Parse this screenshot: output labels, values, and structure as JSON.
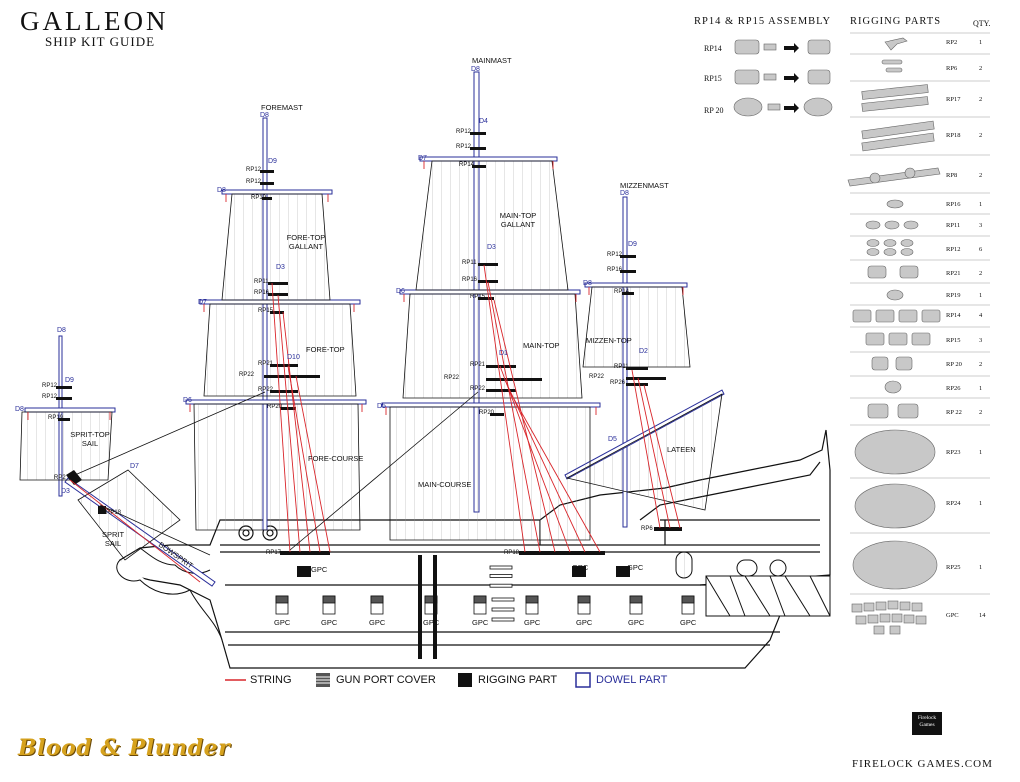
{
  "header": {
    "title": "GALLEON",
    "subtitle": "SHIP KIT GUIDE"
  },
  "assembly": {
    "title": "RP14 & RP15 ASSEMBLY",
    "items": [
      "RP14",
      "RP15",
      "RP 20"
    ]
  },
  "parts": {
    "title": "RIGGING PARTS",
    "qty_header": "QTY.",
    "rows": [
      {
        "label": "RP2",
        "qty": "1"
      },
      {
        "label": "RP6",
        "qty": "2"
      },
      {
        "label": "RP17",
        "qty": "2"
      },
      {
        "label": "RP18",
        "qty": "2"
      },
      {
        "label": "RP8",
        "qty": "2"
      },
      {
        "label": "RP16",
        "qty": "1"
      },
      {
        "label": "RP11",
        "qty": "3"
      },
      {
        "label": "RP12",
        "qty": "6"
      },
      {
        "label": "RP21",
        "qty": "2"
      },
      {
        "label": "RP19",
        "qty": "1"
      },
      {
        "label": "RP14",
        "qty": "4"
      },
      {
        "label": "RP15",
        "qty": "3"
      },
      {
        "label": "RP 20",
        "qty": "2"
      },
      {
        "label": "RP26",
        "qty": "1"
      },
      {
        "label": "RP 22",
        "qty": "2"
      },
      {
        "label": "RP23",
        "qty": "1"
      },
      {
        "label": "RP24",
        "qty": "1"
      },
      {
        "label": "RP25",
        "qty": "1"
      },
      {
        "label": "GPC",
        "qty": "14"
      }
    ]
  },
  "masts": {
    "fore": "FOREMAST",
    "main": "MAINMAST",
    "mizzen": "MIZZENMAST"
  },
  "sails": {
    "fore_top_gallant": "FORE-TOP GALLANT",
    "fore_top": "FORE-TOP",
    "fore_course": "FORE-COURSE",
    "main_top_gallant": "MAIN-TOP GALLANT",
    "main_top": "MAIN-TOP",
    "main_course": "MAIN-COURSE",
    "mizzen_top": "MIZZEN-TOP",
    "lateen": "LATEEN",
    "sprit_top": "SPRIT-TOP SAIL",
    "sprit": "SPRIT SAIL",
    "bowsprit": "BOWSPRIT"
  },
  "labels": {
    "d8": "D8",
    "d9": "D9",
    "d7": "D7",
    "d6": "D6",
    "d5": "D5",
    "d4": "D4",
    "d3": "D3",
    "d1": "D1",
    "d2": "D2",
    "d10": "D10",
    "rp12": "RP12",
    "rp11": "RP11",
    "rp16": "RP16",
    "rp19": "RP19",
    "rp15": "RP15",
    "rp14": "RP14",
    "rp21": "RP21",
    "rp22": "RP22",
    "rp26": "RP26",
    "rp20": "RP20",
    "rp17": "RP17",
    "rp18": "RP18",
    "rp6": "RP6",
    "rp2": "RP2",
    "gpc": "GPC"
  },
  "legend": {
    "string": "STRING",
    "gun_port_cover": "GUN PORT COVER",
    "rigging_part": "RIGGING PART",
    "dowel_part": "DOWEL PART"
  },
  "footer": {
    "brand": "Blood & Plunder",
    "site": "FIRELOCK GAMES.COM",
    "badge": "Firelock Games"
  },
  "colors": {
    "string": "#d9262b",
    "dowel": "#2a2f9a",
    "ink": "#111111",
    "gold": "#d6a21e"
  }
}
